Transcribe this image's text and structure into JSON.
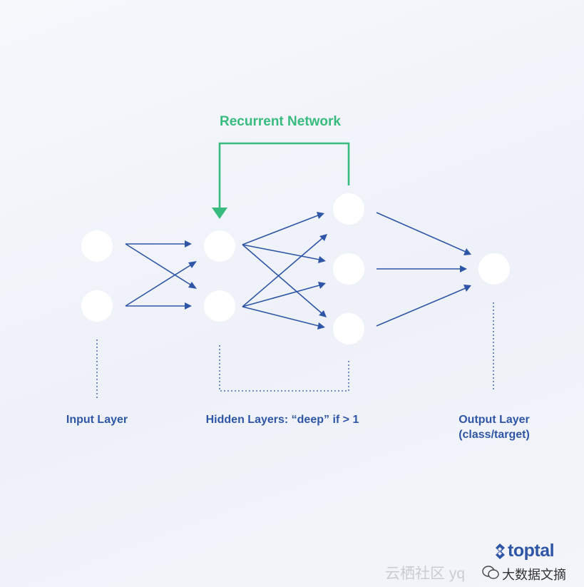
{
  "title": "Recurrent Network",
  "labels": {
    "input": "Input Layer",
    "hidden": "Hidden Layers: “deep” if > 1",
    "output_line1": "Output Layer",
    "output_line2": "(class/target)"
  },
  "logo": {
    "text": "toptal",
    "icon": "toptal-logo-icon"
  },
  "watermark": {
    "left_text": "云栖社区 yq",
    "right_text": "大数据文摘",
    "icon": "wechat-icon"
  },
  "colors": {
    "edges": "#2f56a6",
    "recurrent": "#38bb7e",
    "nodes": "#ffffff"
  }
}
